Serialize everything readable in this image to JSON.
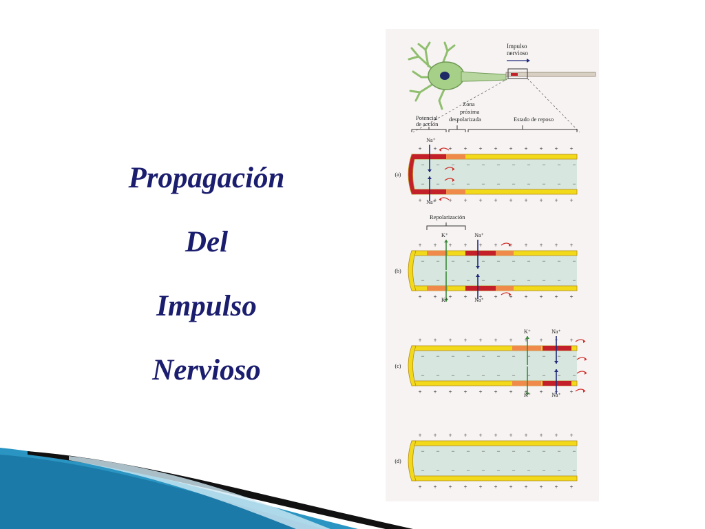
{
  "slide": {
    "title_lines": [
      "Propagación",
      "Del",
      "Impulso",
      "Nervioso"
    ]
  },
  "figure": {
    "neuron_label": "Impulso nervioso",
    "neuron_label_line1": "Impulso",
    "neuron_label_line2": "nervioso",
    "header_potential_line1": "Potencial",
    "header_potential_line2": "de acción",
    "header_zone_line1": "Zona",
    "header_zone_line2": "próxima",
    "header_zone_line3": "despolarizada",
    "header_rest": "Estado de reposo",
    "repolarization_label": "Repolarización",
    "panel_labels": [
      "(a)",
      "(b)",
      "(c)",
      "(d)"
    ],
    "ion_na": "Na⁺",
    "ion_k": "K⁺",
    "plus": "+",
    "minus": "−"
  },
  "colors": {
    "title": "#1b1d6e",
    "membrane_yellow": "#f2da1a",
    "membrane_edge": "#b58c14",
    "depolarized_red": "#c4202a",
    "zone_orange": "#f08a4a",
    "axon_interior": "#d7e6df",
    "na_arrow": "#202a7a",
    "k_arrow": "#3a8a3a",
    "current_arrow": "#d0302a",
    "swoosh_blue": "#2a95c2",
    "swoosh_dark": "#111111"
  }
}
